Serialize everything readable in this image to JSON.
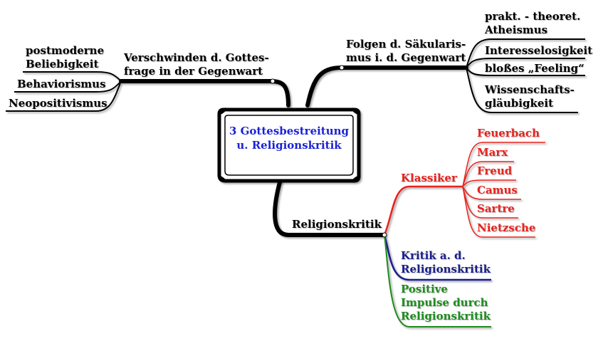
{
  "center": {
    "line1": "3 Gottesbestreitung",
    "line2": "u. Religionskritik"
  },
  "left": {
    "title_line1": "Verschwinden d. Gottes-",
    "title_line2": "frage in der Gegenwart",
    "items": [
      {
        "line1": "postmoderne",
        "line2": "Beliebigkeit"
      },
      {
        "line1": "Behaviorismus"
      },
      {
        "line1": "Neopositivismus"
      }
    ]
  },
  "right": {
    "title_line1": "Folgen d. Säkularis-",
    "title_line2": "mus i. d. Gegenwart",
    "items": [
      {
        "line1": "prakt. - theoret.",
        "line2": "Atheismus"
      },
      {
        "line1": "Interesselosigkeit"
      },
      {
        "line1": "bloßes „Feeling“"
      },
      {
        "line1": "Wissenschafts-",
        "line2": "gläubigkeit"
      }
    ]
  },
  "bottom": {
    "title": "Religionskritik",
    "klassiker": {
      "label": "Klassiker",
      "color": "#e8231f",
      "items": [
        "Feuerbach",
        "Marx",
        "Freud",
        "Camus",
        "Sartre",
        "Nietzsche"
      ]
    },
    "kritik": {
      "line1": "Kritik a. d.",
      "line2": "Religionskritik",
      "color": "#1a1f8c"
    },
    "positive": {
      "line1": "Positive",
      "line2": "Impulse durch",
      "line3": "Religionskritik",
      "color": "#1e8c1e"
    }
  }
}
